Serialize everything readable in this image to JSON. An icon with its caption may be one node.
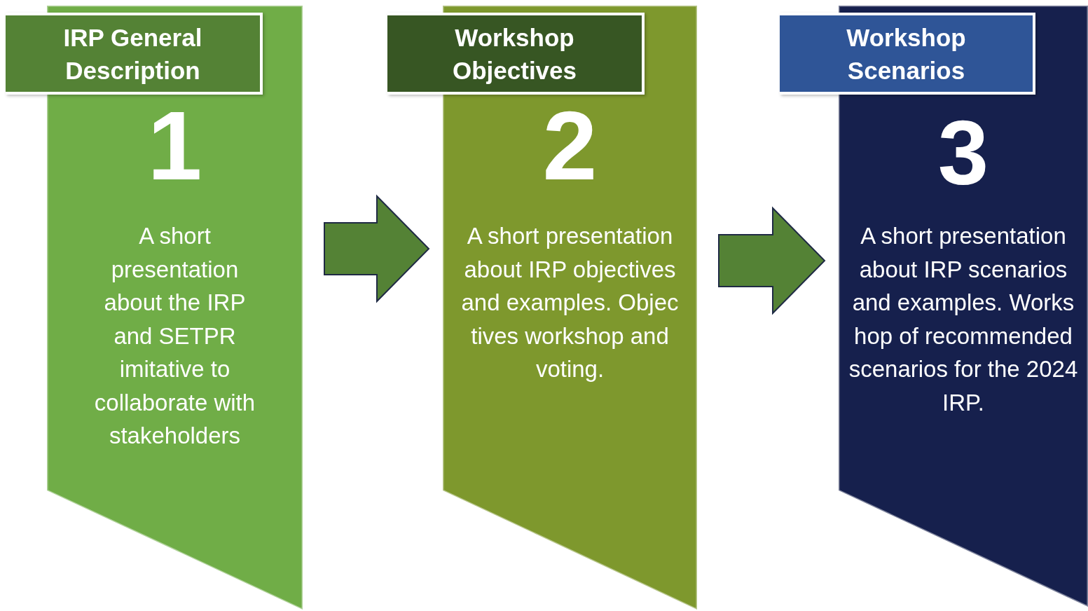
{
  "diagram": {
    "nodes": [
      {
        "text": [
          "IRP General Description",
          "1",
          "A short presentation about the IRP and SETPR imitative to collaborate with stakeholders"
        ]
      },
      {
        "text": [
          "Workshop Objectives",
          "2",
          "A short presentation about IRP objectives and examples. Objec tives workshop and voting."
        ]
      },
      {
        "text": [
          "Workshop Scenarios",
          "3",
          "A short presentation about IRP scenarios and examples. Works hop of recommended scenarios for the 2024 IRP."
        ]
      }
    ],
    "edges": [
      {
        "from": 0,
        "to": 1,
        "arrow": "to"
      },
      {
        "from": 1,
        "to": 2,
        "arrow": "to"
      }
    ]
  }
}
